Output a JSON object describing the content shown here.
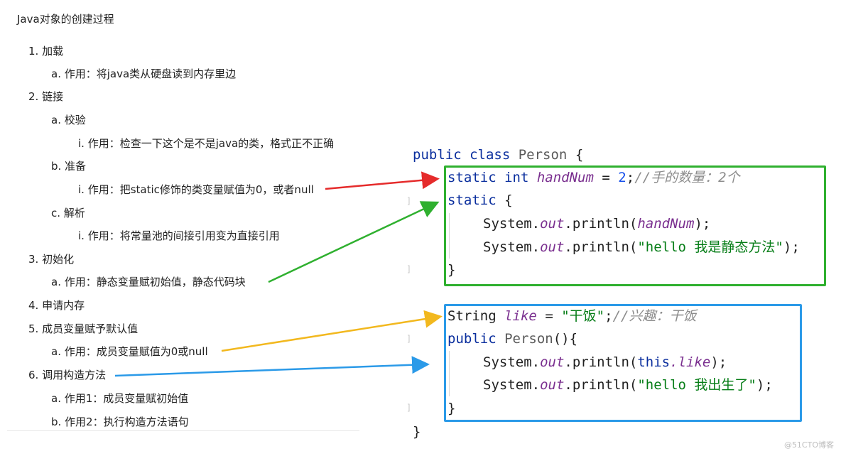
{
  "doc": {
    "title": "Java对象的创建过程",
    "items": [
      {
        "text": "1. 加载"
      },
      {
        "text": "a. 作用：将java类从硬盘读到内存里边"
      },
      {
        "text": "2. 链接"
      },
      {
        "text": "a. 校验"
      },
      {
        "text": "i. 作用：检查一下这个是不是java的类，格式正不正确"
      },
      {
        "text": "b. 准备"
      },
      {
        "text": "i. 作用：把static修饰的类变量赋值为0，或者null"
      },
      {
        "text": "c. 解析"
      },
      {
        "text": "i. 作用：将常量池的间接引用变为直接引用"
      },
      {
        "text": "3. 初始化"
      },
      {
        "text": "a. 作用：静态变量赋初始值，静态代码块"
      },
      {
        "text": "4. 申请内存"
      },
      {
        "text": "5. 成员变量赋予默认值"
      },
      {
        "text": "a. 作用：成员变量赋值为0或null"
      },
      {
        "text": "6. 调用构造方法"
      },
      {
        "text": "a. 作用1：成员变量赋初始值"
      },
      {
        "text": "b. 作用2：执行构造方法语句"
      }
    ]
  },
  "code": {
    "l1_kw": "public class",
    "l1_cls": "Person",
    "l1_brace": "{",
    "l2_kw": "static int",
    "l2_var": "handNum",
    "l2_eq": "=",
    "l2_num": "2",
    "l2_semi": ";",
    "l2_cmt": "//手的数量：2个",
    "l3_kw": "static",
    "l3_brace": "{",
    "l4_pre": "System.",
    "l4_out": "out",
    "l4_mid": ".println(",
    "l4_var": "handNum",
    "l4_end": ");",
    "l5_pre": "System.",
    "l5_out": "out",
    "l5_mid": ".println(",
    "l5_str": "\"hello 我是静态方法\"",
    "l5_end": ");",
    "l6_brace": "}",
    "l7_type": "String",
    "l7_var": "like",
    "l7_eq": "=",
    "l7_str": "\"干饭\"",
    "l7_semi": ";",
    "l7_cmt": "//兴趣：干饭",
    "l8_kw": "public",
    "l8_cls": "Person",
    "l8_paren": "(){",
    "l9_pre": "System.",
    "l9_out": "out",
    "l9_mid": ".println(",
    "l9_this": "this",
    "l9_var": ".like",
    "l9_end": ");",
    "l10_pre": "System.",
    "l10_out": "out",
    "l10_mid": ".println(",
    "l10_str": "\"hello 我出生了\"",
    "l10_end": ");",
    "l11_brace": "}",
    "l12_brace": "}"
  },
  "colors": {
    "red_arrow": "#e52b2b",
    "green_arrow": "#2fb02f",
    "orange_arrow": "#f2b81e",
    "blue_arrow": "#2b9ae8"
  },
  "watermark": "@51CTO博客"
}
